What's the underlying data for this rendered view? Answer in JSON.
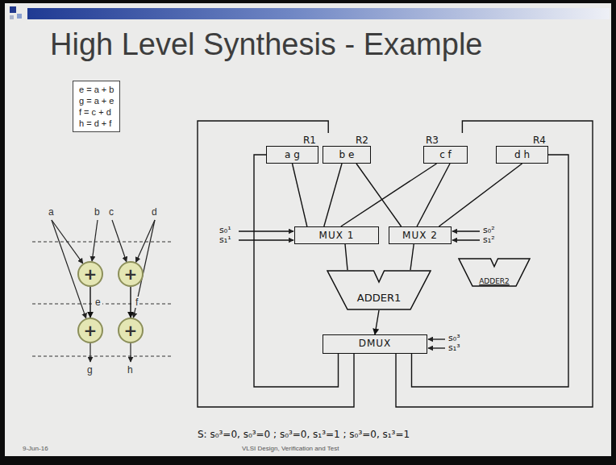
{
  "diagram": {
    "title": "High Level Synthesis - Example",
    "nodes": [
      {
        "text": [
          "e = a + b",
          "g = a + e",
          "f = c + d",
          "h = d + f"
        ]
      },
      {
        "text": [
          "+"
        ]
      },
      {
        "text": [
          "+"
        ]
      },
      {
        "text": [
          "+"
        ]
      },
      {
        "text": [
          "+"
        ]
      },
      {
        "text": [
          "R1",
          "a g"
        ]
      },
      {
        "text": [
          "R2",
          "b e"
        ]
      },
      {
        "text": [
          "R3",
          "c f"
        ]
      },
      {
        "text": [
          "R4",
          "d h"
        ]
      },
      {
        "text": [
          "MUX 1"
        ]
      },
      {
        "text": [
          "MUX 2"
        ]
      },
      {
        "text": [
          "ADDER1"
        ]
      },
      {
        "text": [
          "ADDER2"
        ]
      },
      {
        "text": [
          "DMUX"
        ]
      }
    ],
    "edges": [
      {
        "from": 1,
        "to": 3,
        "label": "e",
        "arrow": "to"
      },
      {
        "from": 2,
        "to": 4,
        "label": "f",
        "arrow": "to"
      },
      {
        "from": 5,
        "to": 9,
        "arrow": "none"
      },
      {
        "from": 6,
        "to": 9,
        "arrow": "none"
      },
      {
        "from": 6,
        "to": 10,
        "arrow": "none"
      },
      {
        "from": 7,
        "to": 9,
        "arrow": "none"
      },
      {
        "from": 7,
        "to": 10,
        "arrow": "none"
      },
      {
        "from": 8,
        "to": 10,
        "arrow": "none"
      },
      {
        "from": 9,
        "to": 11,
        "arrow": "none"
      },
      {
        "from": 10,
        "to": 11,
        "arrow": "none"
      },
      {
        "from": 11,
        "to": 13,
        "arrow": "to"
      },
      {
        "from": 13,
        "to": 5,
        "arrow": "none"
      },
      {
        "from": 13,
        "to": 6,
        "arrow": "none"
      },
      {
        "from": 13,
        "to": 7,
        "arrow": "none"
      },
      {
        "from": 13,
        "to": 8,
        "arrow": "none"
      }
    ],
    "labels": [
      "a",
      "b",
      "c",
      "d",
      "g",
      "h",
      "s₀¹",
      "s₁¹",
      "s₀²",
      "s₁²",
      "s₀³",
      "s₁³",
      "S: s₀³=0, s₀³=0 ; s₀³=0, s₁³=1 ; s₀³=0, s₁³=1",
      "9-Jun-16",
      "VLSI Design, Verification and Test"
    ]
  }
}
